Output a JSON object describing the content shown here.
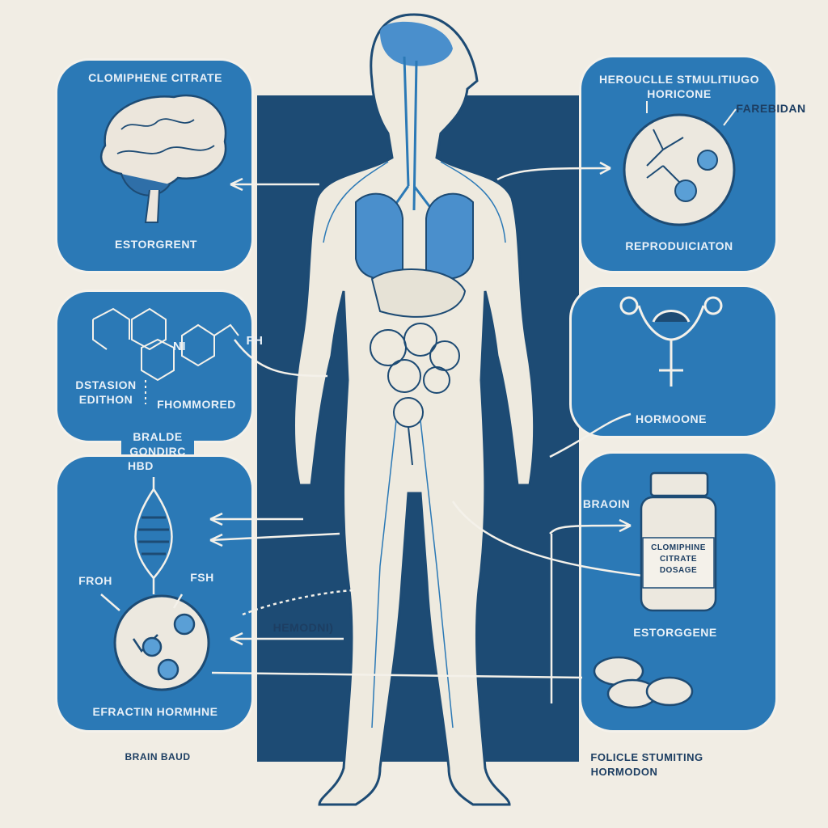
{
  "colors": {
    "background": "#f1ede4",
    "navy": "#1d4b74",
    "panel_blue": "#2b79b6",
    "body_fill": "#eeeadf",
    "organ_blue": "#4a8fcc"
  },
  "panels": {
    "top_left": {
      "title": "CLOMIPHENE CITRATE",
      "caption": "ESTORGRENT",
      "icon": "brain-icon"
    },
    "top_right": {
      "title_line1": "HEROUCLLE STMULITIUGO",
      "title_line2": "HORICONE",
      "callout": "FAREBIDAN",
      "caption": "REPRODUICIATON",
      "icon": "molecule-icon"
    },
    "mid_left": {
      "atom_n": "NI",
      "atom_fh": "FH",
      "label_left_line1": "DSTASION",
      "label_left_line2": "EDITHON",
      "label_right": "FHOMMORED",
      "connector_line1": "BRALDE",
      "connector_line2": "GONDIRC",
      "connector_line3": "HBD",
      "icon": "chemical-structure-icon"
    },
    "mid_right": {
      "caption": "HORMOONE",
      "icon": "uterus-icon"
    },
    "bottom_left": {
      "label_left": "FROH",
      "label_right": "FSH",
      "caption": "EFRACTIN HORMHNE",
      "icon": "dna-icon"
    },
    "bottom_right": {
      "label": "BRAOIN",
      "bottle_label_line1": "CLOMIPHINE",
      "bottle_label_line2": "CITRATE",
      "bottle_label_line3": "DOSAGE",
      "caption": "ESTORGGENE",
      "icon": "pill-bottle-icon"
    }
  },
  "center_label": "HEMODNI)",
  "footer": {
    "left": "BRAIN BAUD",
    "right_line1": "FOLICLE STUMITING",
    "right_line2": "HORMODON"
  }
}
